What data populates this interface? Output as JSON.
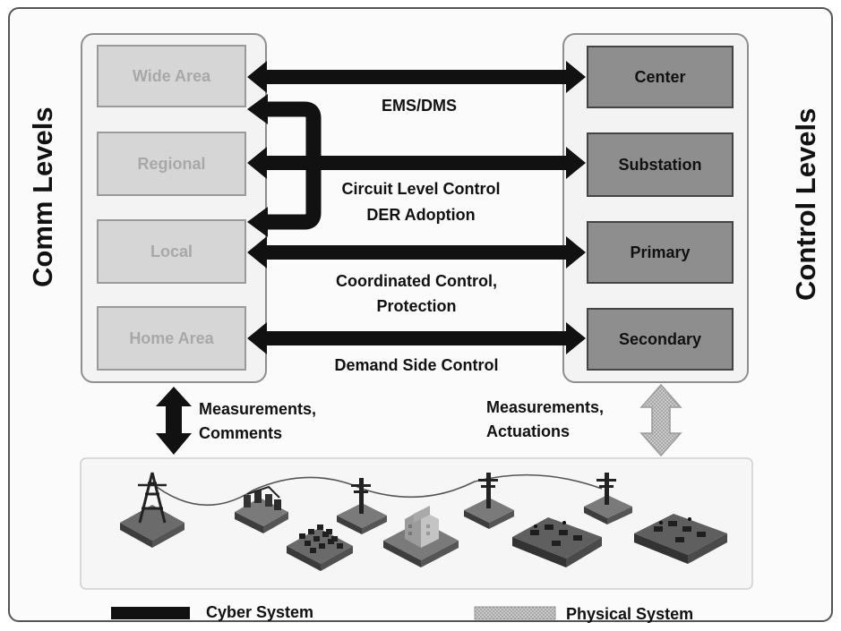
{
  "comm": {
    "title": "Comm Levels",
    "levels": [
      "Wide Area",
      "Regional",
      "Local",
      "Home Area"
    ]
  },
  "control": {
    "title": "Control Levels",
    "levels": [
      "Center",
      "Substation",
      "Primary",
      "Secondary"
    ]
  },
  "links": {
    "ems": "EMS/DMS",
    "circuit": "Circuit Level Control",
    "der": "DER Adoption",
    "coord": "Coordinated Control,",
    "protection": "Protection",
    "demand": "Demand Side Control"
  },
  "vertical": {
    "left_line1": "Measurements,",
    "left_line2": "Comments",
    "right_line1": "Measurements,",
    "right_line2": "Actuations"
  },
  "legend": {
    "cyber": "Cyber System",
    "physical": "Physical System"
  },
  "colors": {
    "cyber_arrow": "#111111",
    "physical_arrow": "#b9b9b9",
    "control_box": "#8e8e8e",
    "comm_box": "#d6d6d6"
  }
}
